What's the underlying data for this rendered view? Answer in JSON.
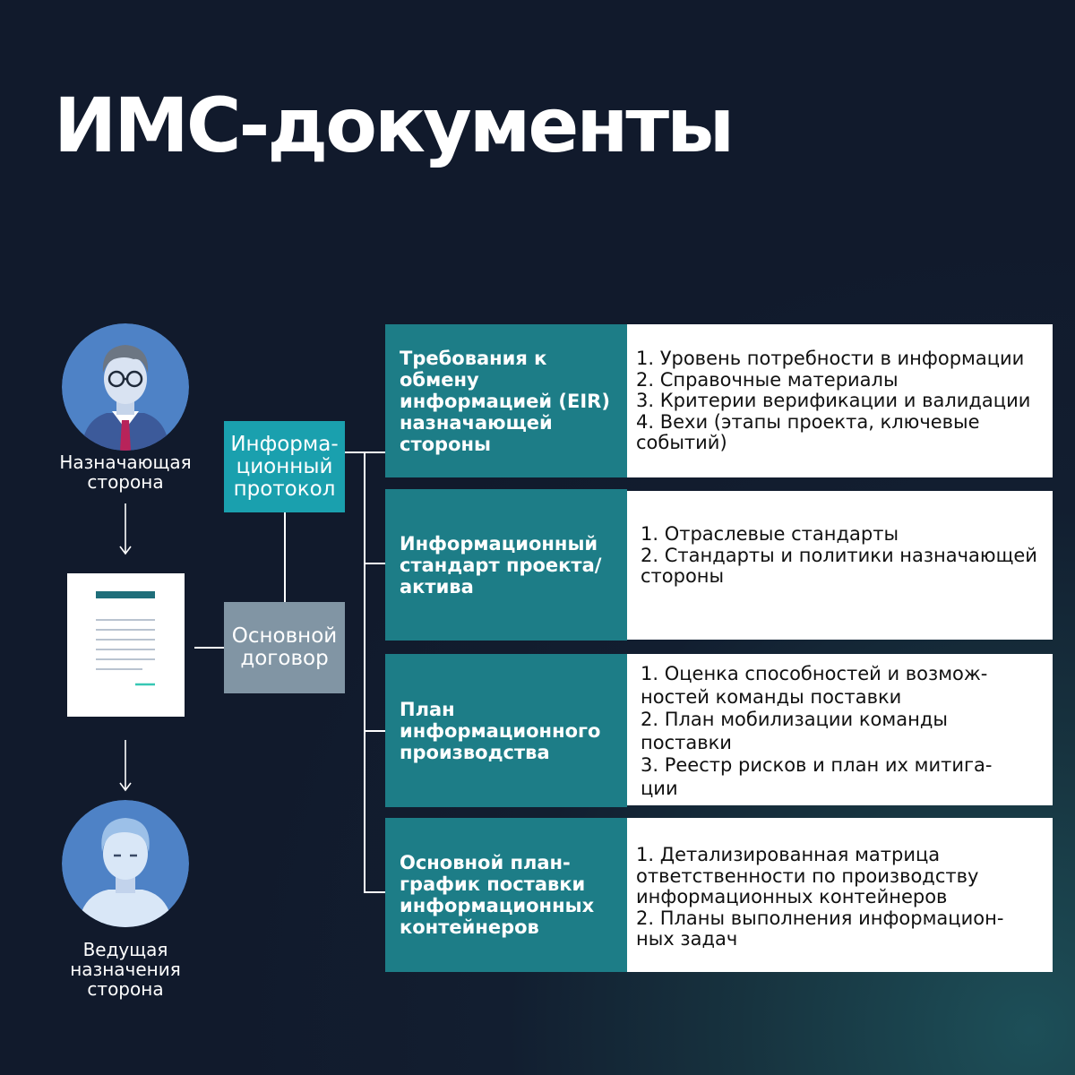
{
  "title": "ИМС-документы",
  "parties": {
    "appointing": "Назначающая\nсторона",
    "lead": "Ведущая\nназначения\nсторона"
  },
  "center": {
    "protocol": [
      "Информа-",
      "ционный",
      "протокол"
    ],
    "contract": [
      "Основной",
      "договор"
    ]
  },
  "rows": [
    {
      "title": "Требования к\nобмену\nинформацией (EIR)\nназначающей\nстороны",
      "items": [
        "1. Уровень потребности в информации",
        "2. Справочные материалы",
        "3. Критерии верификации и валидации",
        "4. Вехи (этапы проекта, ключевые",
        "событий)"
      ]
    },
    {
      "title": "Информационный\nстандарт проекта/\nактива",
      "items": [
        "1. Отраслевые стандарты",
        "2. Стандарты и политики назначающей",
        "стороны"
      ]
    },
    {
      "title": "План\nинформационного\nпроизводства",
      "items": [
        "1. Оценка способностей и возмож-",
        "ностей команды поставки",
        "2. План мобилизации команды",
        "поставки",
        "3. Реестр рисков и план их митига-",
        "ции"
      ]
    },
    {
      "title": "Основной план-\nграфик поставки\nинформационных\nконтейнеров",
      "items": [
        "1. Детализированная матрица",
        "ответственности по производству",
        "информационных контейнеров",
        "2. Планы выполнения информацион-",
        "ных задач"
      ]
    }
  ],
  "colors": {
    "teal": "#1d7d87",
    "protocol_box": "#1aa0ae",
    "contract_box": "#8195a4",
    "avatar_bg": "#4e82c6"
  }
}
